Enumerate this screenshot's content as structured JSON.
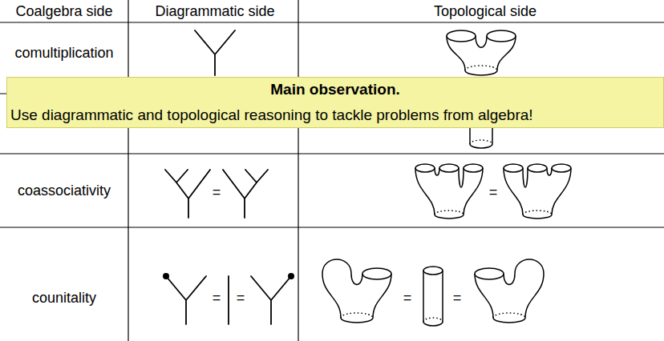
{
  "diagram": {
    "nodes": [
      {
        "text": [
          "Main observation.",
          "Use diagrammatic and topological reasoning to tackle problems from algebra!"
        ]
      }
    ],
    "labels": [
      "Coalgebra side",
      "Diagrammatic side",
      "Topological side",
      "comultiplication",
      "coassociativity",
      "=",
      "=",
      "counitality",
      "=",
      "=",
      "=",
      "="
    ]
  }
}
